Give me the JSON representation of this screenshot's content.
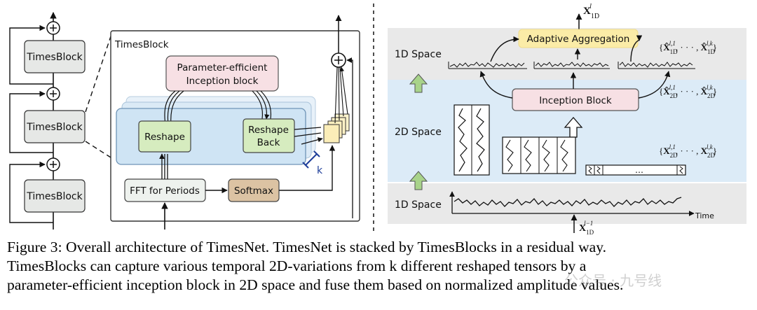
{
  "left_panel": {
    "stack_blocks": [
      "TimesBlock",
      "TimesBlock",
      "TimesBlock"
    ],
    "detail_title": "TimesBlock",
    "inception_label_line1": "Parameter-efficient",
    "inception_label_line2": "Inception block",
    "reshape_label": "Reshape",
    "reshape_back_line1": "Reshape",
    "reshape_back_line2": "Back",
    "fft_label": "FFT for Periods",
    "softmax_label": "Softmax",
    "k_label": "k"
  },
  "right_panel": {
    "output_label": "X",
    "output_sup": "l",
    "output_sub": "1D",
    "aggregation_label": "Adaptive Aggregation",
    "space_top": "1D Space",
    "space_mid": "2D Space",
    "space_bottom": "1D Space",
    "inception_label": "Inception Block",
    "set_1d": "{X̂¹ᴰ ... }",
    "set_1d_text": "{X̂",
    "set_1d_sup_a": "l,1",
    "set_1d_sub_a": "1D",
    "set_1d_sup_b": "l,k",
    "set_1d_sub_b": "1D",
    "set_2d_hat_sup_a": "l,1",
    "set_2d_hat_sub_a": "2D",
    "set_2d_hat_sup_b": "l,k",
    "set_2d_hat_sub_b": "2D",
    "set_2d_sup_a": "l,1",
    "set_2d_sub_a": "2D",
    "set_2d_sup_b": "l,k",
    "set_2d_sub_b": "2D",
    "ellipsis": "· · ·",
    "dots": "…",
    "time_label": "Time",
    "input_label": "X",
    "input_sup": "l−1",
    "input_sub": "1D"
  },
  "caption": {
    "line1": "Figure 3: Overall architecture of TimesNet. TimesNet is stacked by TimesBlocks in a residual way.",
    "line2": "TimesBlocks can capture various temporal 2D-variations from k different reshaped tensors by a",
    "line3": "parameter-efficient inception block in 2D space and fuse them based on normalized amplitude values."
  },
  "watermark": "公众号 · 九号线",
  "colors": {
    "block_gray": "#e6e8e6",
    "inception_pink": "#f7e0e4",
    "reshape_green": "#d6ecbf",
    "blue_panel": "#cfe4f4",
    "softmax_brown": "#dcc3a3",
    "aggregation_yellow": "#fbeca7",
    "band_gray": "#e9e9e9",
    "band_blue": "#dcebf7",
    "arrow_green": "#a8d38a"
  }
}
